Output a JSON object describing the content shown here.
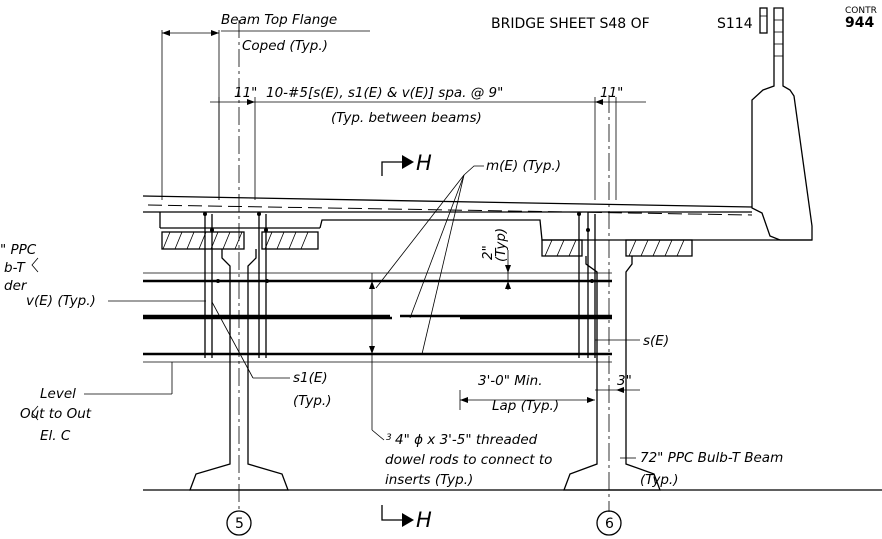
{
  "header": {
    "sheet_label": "BRIDGE SHEET S48 OF",
    "sheet_total": "S114",
    "contract_label": "CONTR",
    "contract_number": "944"
  },
  "labels": {
    "beam_flange_line1": "Beam Top Flange",
    "beam_flange_line2": "Coped (Typ.)",
    "dim_left_11": "11\"",
    "rebar_spec": "10-#5[s(E), s1(E) & v(E)] spa. @ 9\"",
    "dim_right_11": "11\"",
    "typ_between_beams": "(Typ. between beams)",
    "section_h_top": "H",
    "section_h_bottom": "H",
    "m_e_typ": "m(E) (Typ.)",
    "two_inch": "2\"",
    "typ_vertical": "(Typ)",
    "left_ppc": "\" PPC",
    "left_bulb": "b-T",
    "left_der": "der",
    "v_e_typ": "v(E) (Typ.)",
    "s_e": "s(E)",
    "level_line1": "Level",
    "level_line2": "Out to Out",
    "level_line3": "El. C",
    "s1_e": "s1(E)",
    "s1_typ": "(Typ.)",
    "min_lap": "3'-0\" Min.",
    "lap_typ": "Lap (Typ.)",
    "three_inch": "3\"",
    "dowel_frac": "3",
    "dowel_line1": "4\" ϕ x 3'-5\" threaded",
    "dowel_line2": "dowel rods to connect to",
    "dowel_line3": "inserts (Typ.)",
    "beam_line1": "72\" PPC Bulb-T Beam",
    "beam_line2": "(Typ.)",
    "beam_circle_5": "5",
    "beam_circle_6": "6"
  }
}
